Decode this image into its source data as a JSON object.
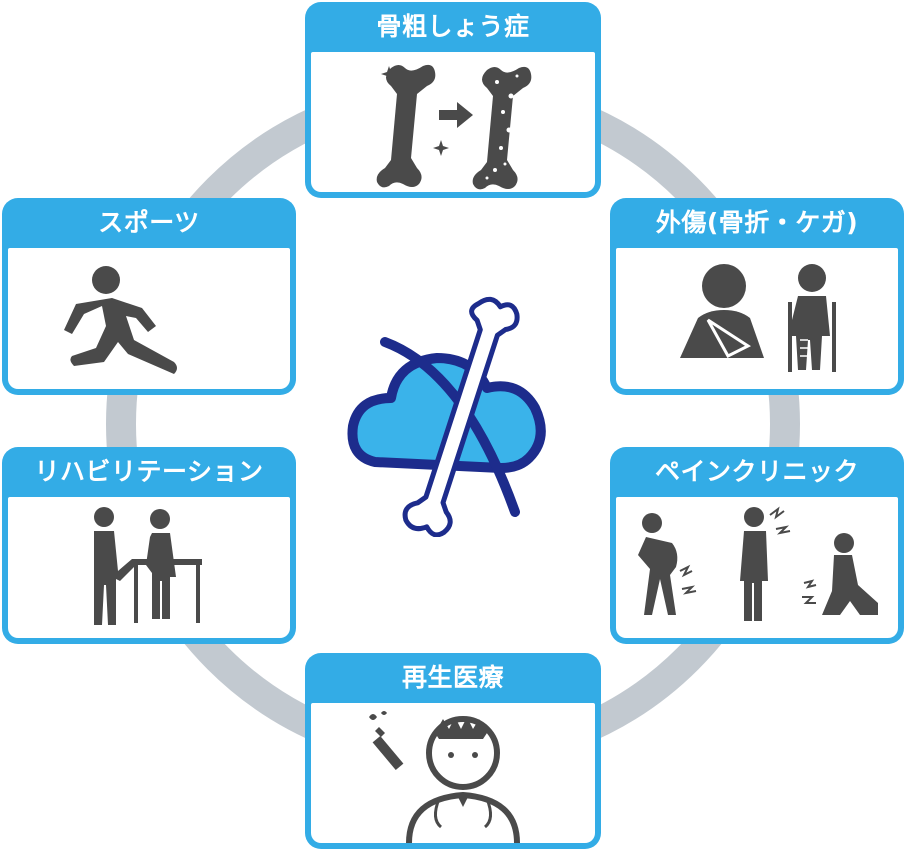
{
  "cards": {
    "osteoporosis": {
      "title": "骨粗しょう症",
      "icon": "bone-degeneration-icon"
    },
    "sports": {
      "title": "スポーツ",
      "icon": "runner-icon"
    },
    "trauma": {
      "title": "外傷(骨折・ケガ)",
      "icon": "injured-people-icon"
    },
    "rehab": {
      "title": "リハビリテーション",
      "icon": "rehabilitation-icon"
    },
    "pain": {
      "title": "ペインクリニック",
      "icon": "pain-people-icon"
    },
    "regen": {
      "title": "再生医療",
      "icon": "doctor-syringe-icon"
    }
  },
  "center": {
    "icon": "bone-cloud-logo-icon"
  },
  "colors": {
    "card_blue": "#33ace6",
    "ring_gray": "#c5ccd3",
    "icon_gray": "#4a4a4a",
    "logo_navy": "#1d2c8c",
    "logo_light_blue": "#3ab3ea"
  }
}
